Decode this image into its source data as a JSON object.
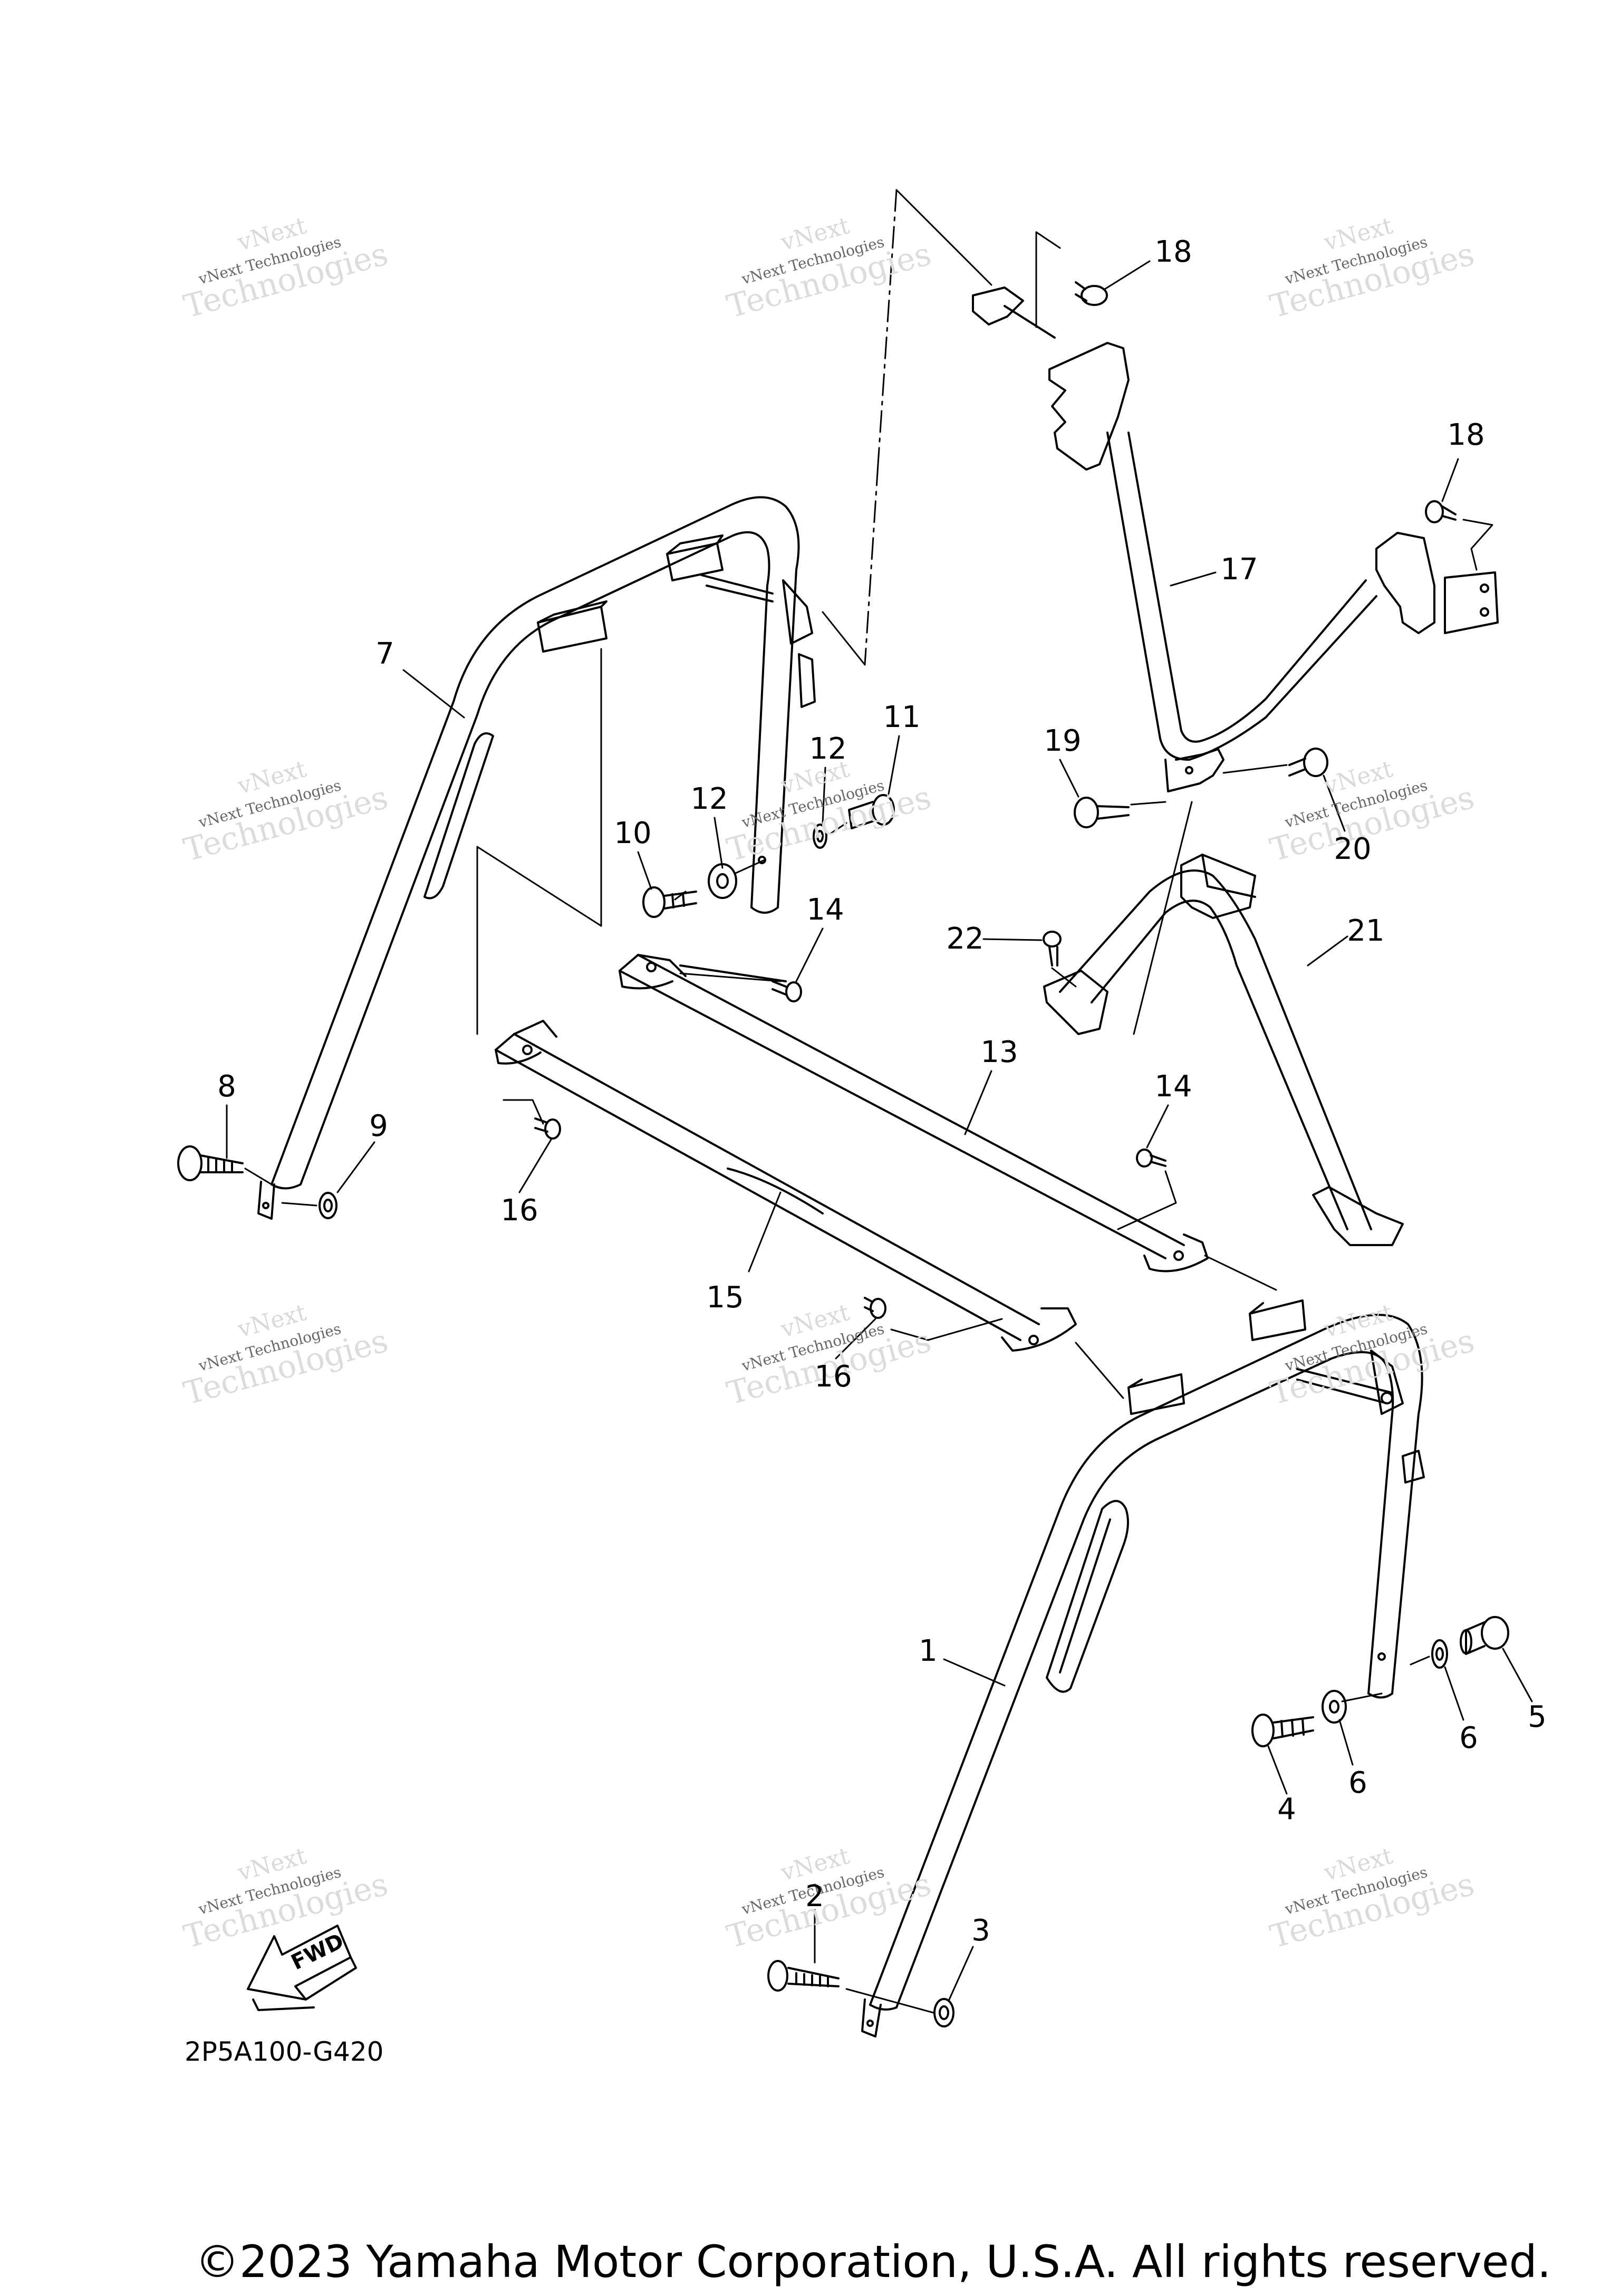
{
  "callouts": [
    {
      "id": "c1",
      "text": "1"
    },
    {
      "id": "c2",
      "text": "2"
    },
    {
      "id": "c3",
      "text": "3"
    },
    {
      "id": "c4",
      "text": "4"
    },
    {
      "id": "c5",
      "text": "5"
    },
    {
      "id": "c6a",
      "text": "6"
    },
    {
      "id": "c6b",
      "text": "6"
    },
    {
      "id": "c7",
      "text": "7"
    },
    {
      "id": "c8",
      "text": "8"
    },
    {
      "id": "c9",
      "text": "9"
    },
    {
      "id": "c10",
      "text": "10"
    },
    {
      "id": "c11",
      "text": "11"
    },
    {
      "id": "c12a",
      "text": "12"
    },
    {
      "id": "c12b",
      "text": "12"
    },
    {
      "id": "c13",
      "text": "13"
    },
    {
      "id": "c14a",
      "text": "14"
    },
    {
      "id": "c14b",
      "text": "14"
    },
    {
      "id": "c15",
      "text": "15"
    },
    {
      "id": "c16a",
      "text": "16"
    },
    {
      "id": "c16b",
      "text": "16"
    },
    {
      "id": "c17",
      "text": "17"
    },
    {
      "id": "c18a",
      "text": "18"
    },
    {
      "id": "c18b",
      "text": "18"
    },
    {
      "id": "c19",
      "text": "19"
    },
    {
      "id": "c20",
      "text": "20"
    },
    {
      "id": "c21",
      "text": "21"
    },
    {
      "id": "c22",
      "text": "22"
    }
  ],
  "fwd_label": "FWD",
  "diagram_code": "2P5A100-G420",
  "copyright": "©2023 Yamaha Motor Corporation, U.S.A. All rights reserved.",
  "watermark": {
    "top": "vNext",
    "small": "vNext Technologies",
    "big": "Technologies"
  },
  "colors": {
    "line": "#000000",
    "background": "#ffffff",
    "watermark": "#d4d4d4"
  }
}
